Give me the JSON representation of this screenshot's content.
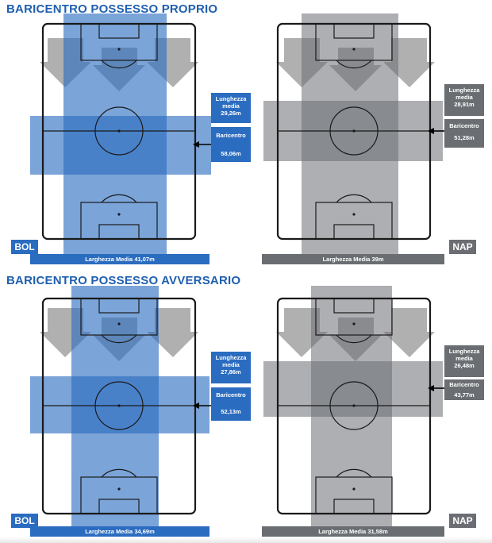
{
  "colors": {
    "title": "#1f5fb0",
    "bol": "#2a6cc0",
    "nap": "#6a6e72"
  },
  "sections": [
    {
      "title": "BARICENTRO POSSESSO PROPRIO",
      "bol": {
        "team": "BOL",
        "lunghezza_label": "Lunghezza media",
        "lunghezza_value": "29,26m",
        "baricentro_label": "Baricentro",
        "baricentro_value": "58,06m",
        "larghezza_text": "Larghezza Media 41,07m"
      },
      "nap": {
        "team": "NAP",
        "lunghezza_label": "Lunghezza media",
        "lunghezza_value": "28,91m",
        "baricentro_label": "Baricentro",
        "baricentro_value": "51,28m",
        "larghezza_text": "Larghezza Media 39m"
      }
    },
    {
      "title": "BARICENTRO POSSESSO AVVERSARIO",
      "bol": {
        "team": "BOL",
        "lunghezza_label": "Lunghezza media",
        "lunghezza_value": "27,86m",
        "baricentro_label": "Baricentro",
        "baricentro_value": "52,13m",
        "larghezza_text": "Larghezza Media 34,69m"
      },
      "nap": {
        "team": "NAP",
        "lunghezza_label": "Lunghezza media",
        "lunghezza_value": "26,48m",
        "baricentro_label": "Baricentro",
        "baricentro_value": "43,77m",
        "larghezza_text": "Larghezza Media 31,58m"
      }
    }
  ]
}
